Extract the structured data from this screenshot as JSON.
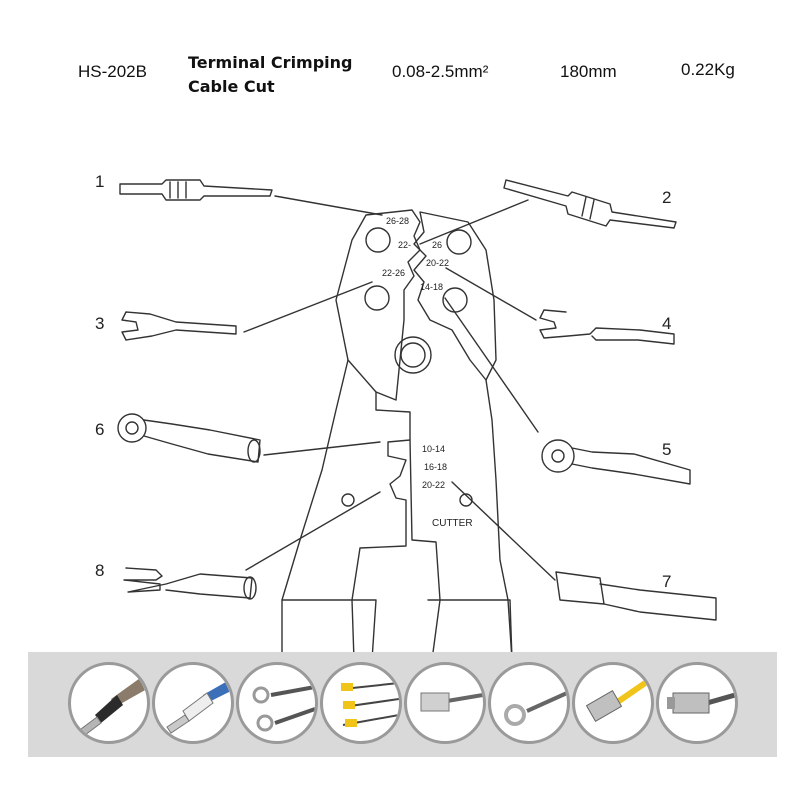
{
  "header": {
    "model": "HS-202B",
    "function_line1": "Terminal Crimping",
    "function_line2": "Cable Cut",
    "wire_range": "0.08-2.5mm²",
    "length": "180mm",
    "weight": "0.22Kg"
  },
  "tool_labels": {
    "gauge_26_28": "26-28",
    "gauge_22": "22-",
    "gauge_26": "26",
    "gauge_20_22_top": "20-22",
    "gauge_22_26": "22-26",
    "gauge_14_18": "14-18",
    "gauge_10_14": "10-14",
    "gauge_16_18": "16-18",
    "gauge_20_22_bottom": "20-22",
    "cutter": "CUTTER"
  },
  "callouts": [
    "1",
    "2",
    "3",
    "4",
    "5",
    "6",
    "7",
    "8"
  ],
  "thumbnails": [
    {
      "icon": "ferrule-insulated-icon"
    },
    {
      "icon": "ferrule-twin-icon"
    },
    {
      "icon": "ring-terminal-wires-icon"
    },
    {
      "icon": "bullet-connectors-icon"
    },
    {
      "icon": "female-spade-icon"
    },
    {
      "icon": "ring-terminal-icon"
    },
    {
      "icon": "coax-connector-icon"
    },
    {
      "icon": "bnc-connector-icon"
    }
  ]
}
